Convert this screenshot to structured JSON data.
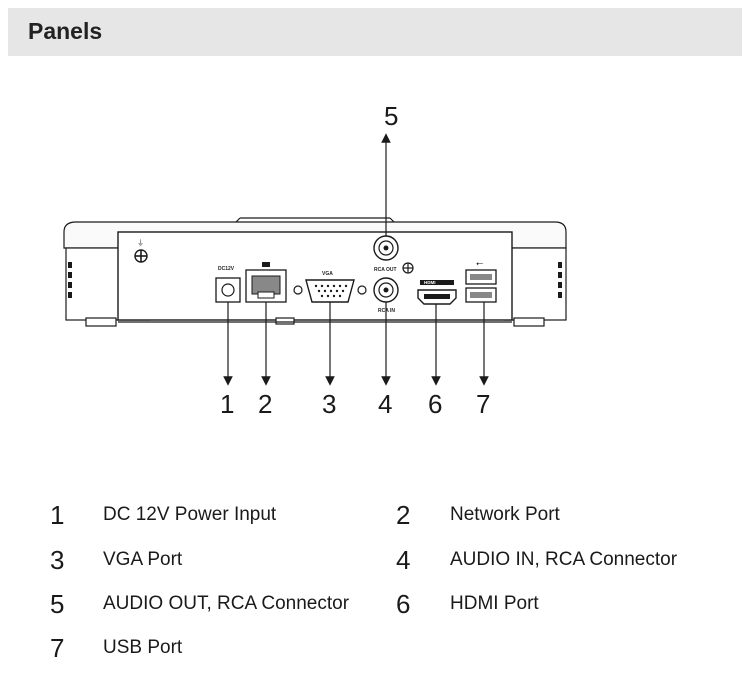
{
  "header": {
    "title": "Panels"
  },
  "diagram": {
    "callouts": [
      "1",
      "2",
      "3",
      "4",
      "5",
      "6",
      "7"
    ],
    "panel_labels": {
      "power": "DC12V",
      "vga": "VGA",
      "audio_out": "RCA OUT",
      "audio_in": "RCA IN",
      "hdmi": "HDMI"
    }
  },
  "legend": [
    {
      "num": "1",
      "text": "DC 12V Power Input"
    },
    {
      "num": "2",
      "text": "Network Port"
    },
    {
      "num": "3",
      "text": "VGA Port"
    },
    {
      "num": "4",
      "text": "AUDIO IN, RCA Connector"
    },
    {
      "num": "5",
      "text": "AUDIO OUT, RCA Connector"
    },
    {
      "num": "6",
      "text": "HDMI Port"
    },
    {
      "num": "7",
      "text": "USB Port"
    }
  ]
}
